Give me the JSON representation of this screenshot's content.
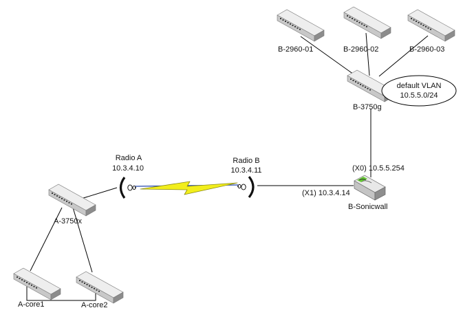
{
  "devices": {
    "b2960_01": "B-2960-01",
    "b2960_02": "B-2960-02",
    "b2960_03": "B-2960-03",
    "b3750g": "B-3750g",
    "sonicwall": "B-Sonicwall",
    "a3750x": "A-3750x",
    "acore1": "A-core1",
    "acore2": "A-core2"
  },
  "vlan": {
    "name": "default VLAN",
    "subnet": "10.5.5.0/24"
  },
  "radio_a": {
    "name": "Radio A",
    "ip": "10.3.4.10"
  },
  "radio_b": {
    "name": "Radio B",
    "ip": "10.3.4.11"
  },
  "interfaces": {
    "x0": "(X0) 10.5.5.254",
    "x1": "(X1) 10.3.4.14"
  },
  "colors": {
    "device_light": "#eeeeee",
    "device_mid": "#c8c8c8",
    "device_dark": "#8c8c8c",
    "port": "#2b2b2b",
    "lightning_fill": "#f2ee1c",
    "lightning_stroke": "#8a8a10",
    "link_blue": "#2244aa",
    "firewall_green": "#66cc33"
  }
}
